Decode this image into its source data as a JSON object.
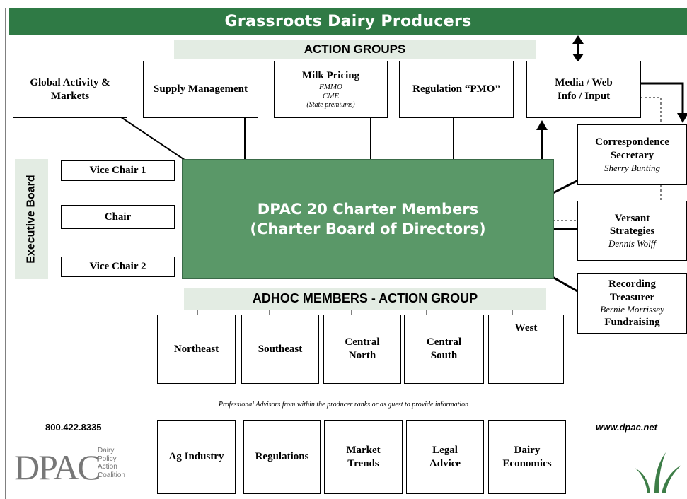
{
  "header": {
    "title": "Grassroots Dairy Producers"
  },
  "action_groups": {
    "title": "ACTION GROUPS",
    "global": "Global Activity & Markets",
    "supply": "Supply Management",
    "milk_pricing": {
      "title": "Milk Pricing",
      "line1": "FMMO",
      "line2": "CME",
      "line3": "(State premiums)"
    },
    "regulation": "Regulation “PMO”",
    "media": {
      "line1": "Media / Web",
      "line2": "Info / Input"
    }
  },
  "executive_board": {
    "label": "Executive Board",
    "vice_chair_1": "Vice Chair 1",
    "chair": "Chair",
    "vice_chair_2": "Vice Chair 2"
  },
  "central": {
    "line1": "DPAC  20 Charter Members",
    "line2": "(Charter Board of Directors)"
  },
  "right_boxes": {
    "correspondence": {
      "title1": "Correspondence",
      "title2": "Secretary",
      "name": "Sherry Bunting"
    },
    "versant": {
      "title1": "Versant",
      "title2": "Strategies",
      "name": "Dennis Wolff"
    },
    "recording": {
      "title1": "Recording",
      "title2": "Treasurer",
      "name": "Bernie Morrissey",
      "extra": "Fundraising"
    }
  },
  "adhoc": {
    "title": "ADHOC MEMBERS - ACTION GROUP",
    "regions": [
      "Northeast",
      "Southeast",
      "Central North",
      "Central South",
      "West"
    ]
  },
  "advisors": {
    "note": "Professional Advisors from within the producer ranks or as guest to provide information",
    "items": [
      "Ag Industry",
      "Regulations",
      "Market Trends",
      "Legal Advice",
      "Dairy Economics"
    ]
  },
  "footer": {
    "phone": "800.422.8335",
    "website": "www.dpac.net",
    "logo_letters": "DPAC",
    "logo_words": [
      "Dairy",
      "Policy",
      "Action",
      "Coalition"
    ]
  },
  "colors": {
    "header_green": "#2f7a45",
    "central_green": "#5a9868",
    "band": "#e3ece3"
  }
}
